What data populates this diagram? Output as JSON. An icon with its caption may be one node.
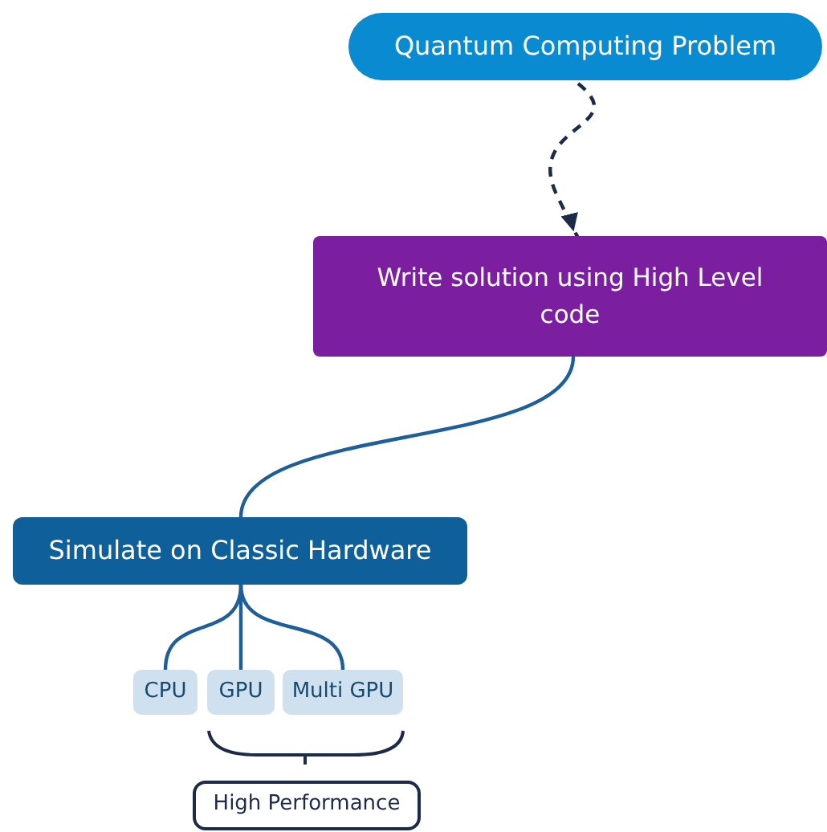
{
  "diagram": {
    "nodes": [
      {
        "text": [
          "Quantum Computing Problem"
        ]
      },
      {
        "text": [
          "Write solution using High Level code"
        ]
      },
      {
        "text": [
          "Simulate on Classic Hardware"
        ]
      },
      {
        "text": [
          "CPU"
        ]
      },
      {
        "text": [
          "GPU"
        ]
      },
      {
        "text": [
          "Multi GPU"
        ]
      },
      {
        "text": [
          "High Performance"
        ]
      }
    ],
    "edges": [
      {
        "from": 0,
        "to": 1,
        "arrow": "to",
        "style": "dashed",
        "color": "#1c2b4a"
      },
      {
        "from": 1,
        "to": 2,
        "arrow": "none"
      },
      {
        "from": 2,
        "to": 3,
        "arrow": "none"
      },
      {
        "from": 2,
        "to": 4,
        "arrow": "none"
      },
      {
        "from": 2,
        "to": 5,
        "arrow": "none"
      }
    ]
  }
}
